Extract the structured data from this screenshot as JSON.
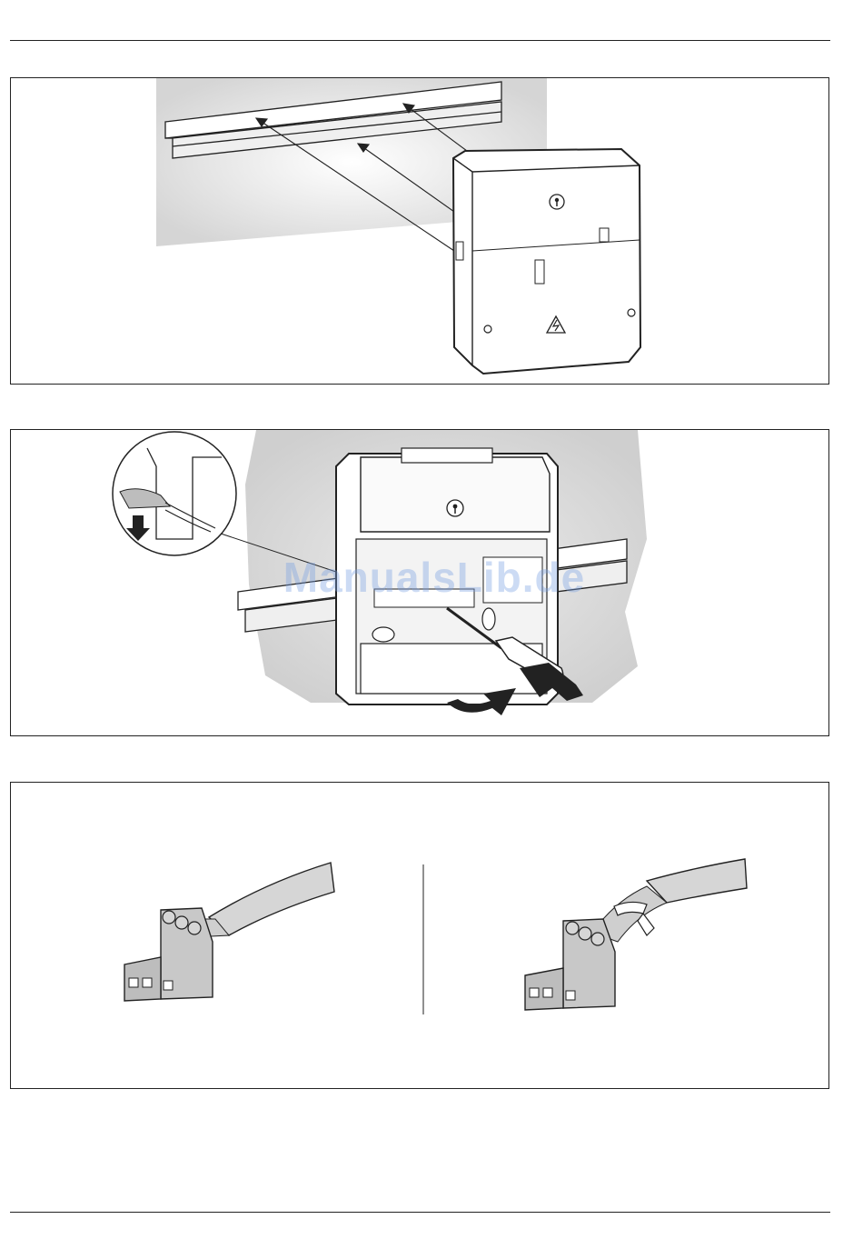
{
  "watermark": {
    "text": "ManualsLib.de"
  },
  "colors": {
    "line": "#222222",
    "shade": "#d6d6d6",
    "watermark": "#78a0e1"
  },
  "icons": [
    "din-rail",
    "module-housing",
    "lock-icon",
    "warning-icon",
    "screwdriver-icon",
    "detail-zoom",
    "terminal-connector",
    "cable-tie"
  ]
}
